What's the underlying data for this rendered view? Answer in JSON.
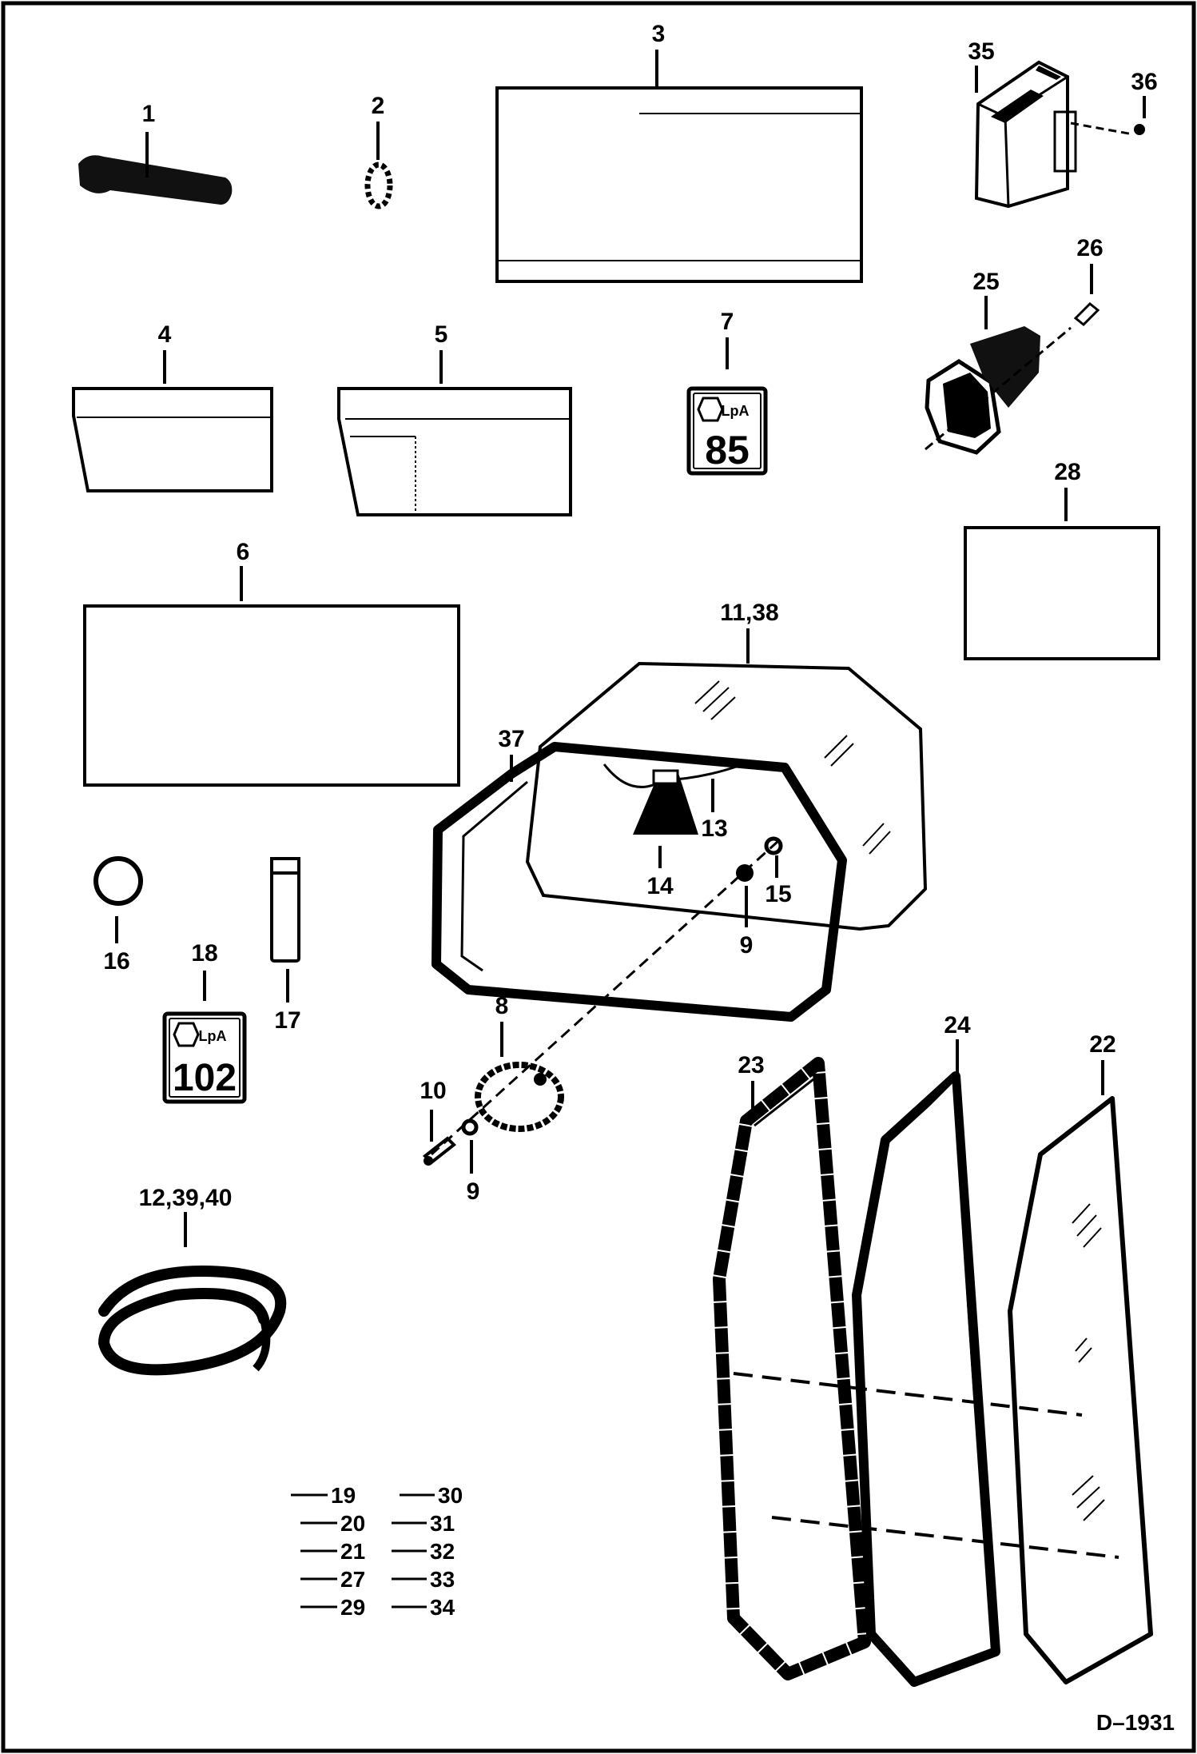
{
  "drawing_number": "D–1931",
  "callouts": {
    "c1": "1",
    "c2": "2",
    "c3": "3",
    "c4": "4",
    "c5": "5",
    "c6": "6",
    "c7": "7",
    "c8": "8",
    "c9a": "9",
    "c9b": "9",
    "c10": "10",
    "c11": "11,38",
    "c12": "12,39,40",
    "c13": "13",
    "c14": "14",
    "c15": "15",
    "c16": "16",
    "c17": "17",
    "c18": "18",
    "c22": "22",
    "c23": "23",
    "c24": "24",
    "c25": "25",
    "c26": "26",
    "c28": "28",
    "c35": "35",
    "c36": "36",
    "c37": "37"
  },
  "decals": {
    "decal7": {
      "sub": "LpA",
      "value": "85"
    },
    "decal18": {
      "sub": "LpA",
      "value": "102"
    }
  },
  "reference_list": {
    "col1": [
      "19",
      "20",
      "21",
      "27",
      "29"
    ],
    "col2": [
      "30",
      "31",
      "32",
      "33",
      "34"
    ]
  }
}
